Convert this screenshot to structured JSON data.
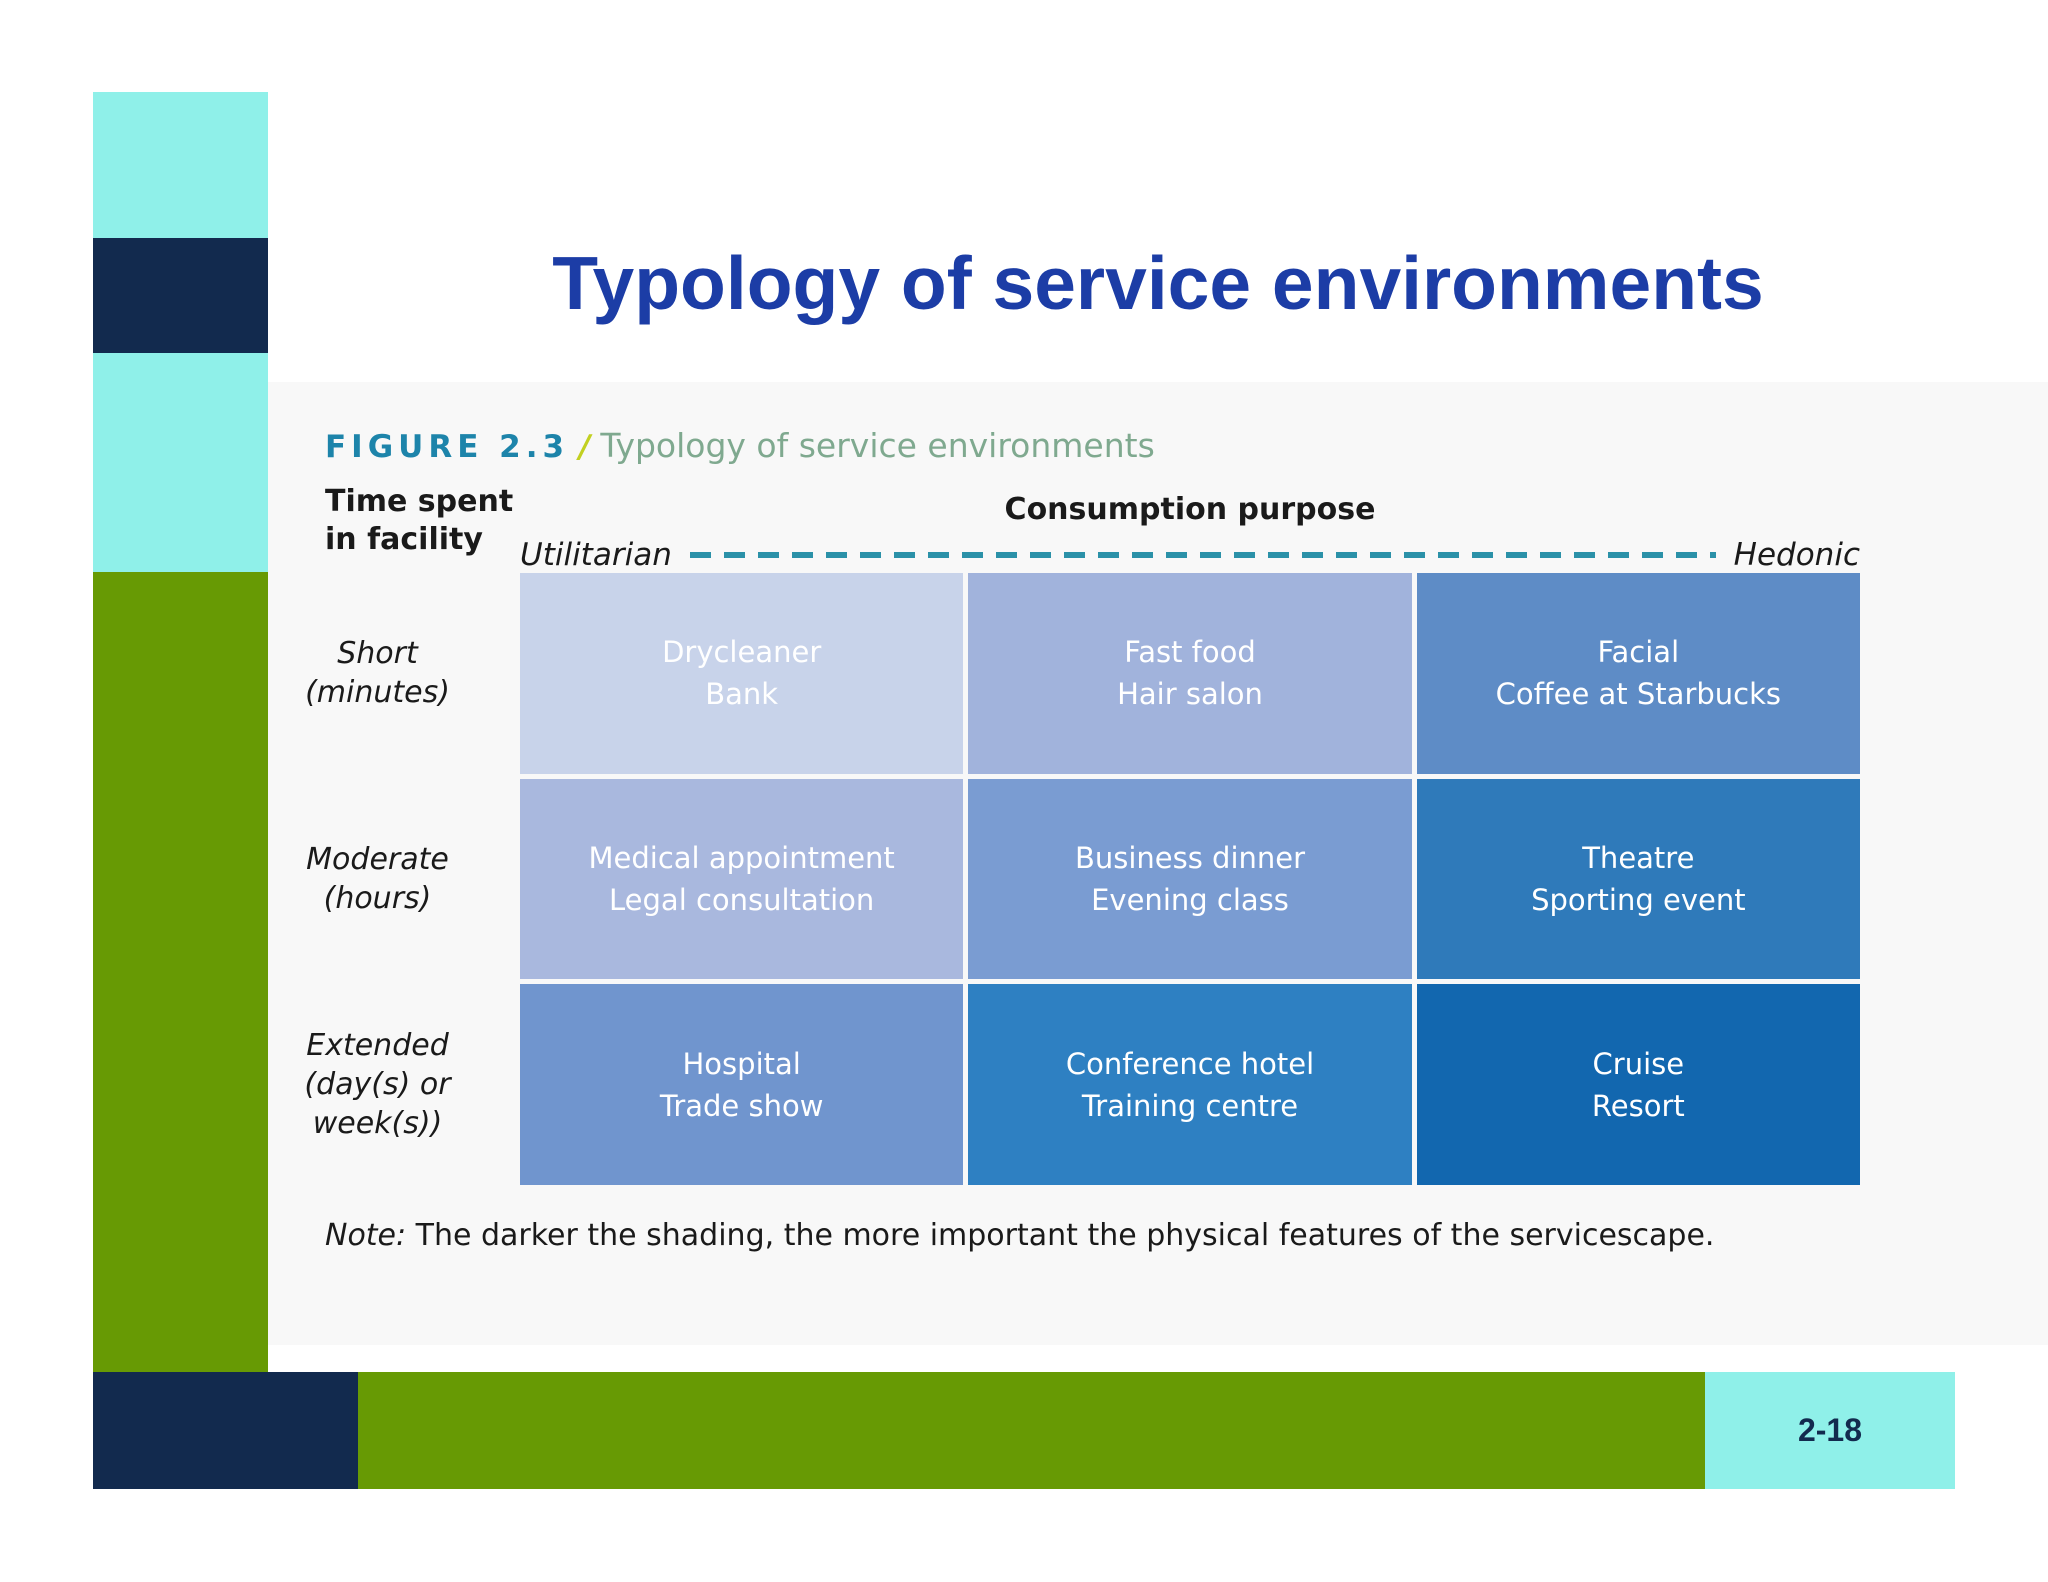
{
  "slide": {
    "title": "Typology of service environments",
    "page_number": "2-18"
  },
  "colors": {
    "accent_cyan": "#8ff0e9",
    "accent_navy": "#122a4e",
    "accent_green": "#679a04",
    "title_blue": "#1c3da6",
    "figure_label_teal": "#1d84aa",
    "slash_yellow_green": "#c2d021",
    "caption_green": "#7fa98f",
    "axis_dash_teal": "#2b91a8"
  },
  "figure": {
    "label": "FIGURE 2.3",
    "separator": "/",
    "caption": "Typology of service environments",
    "row_axis_title_lines": [
      "Time spent",
      "in facility"
    ],
    "col_axis_title": "Consumption purpose",
    "axis": {
      "left_label": "Utilitarian",
      "right_label": "Hedonic"
    },
    "note": {
      "prefix": "Note:",
      "text": " The darker the shading, the more important the physical features of the servicescape."
    },
    "rows": [
      {
        "label_lines": [
          "Short",
          "(minutes)"
        ],
        "cells": [
          {
            "lines": [
              "Drycleaner",
              "Bank"
            ],
            "color": "#c8d3ea"
          },
          {
            "lines": [
              "Fast food",
              "Hair salon"
            ],
            "color": "#a1b3dc"
          },
          {
            "lines": [
              "Facial",
              "Coffee at Starbucks"
            ],
            "color": "#5e8cc6"
          }
        ]
      },
      {
        "label_lines": [
          "Moderate",
          "(hours)"
        ],
        "cells": [
          {
            "lines": [
              "Medical appointment",
              "Legal consultation"
            ],
            "color": "#a9b8de"
          },
          {
            "lines": [
              "Business dinner",
              "Evening class"
            ],
            "color": "#7a9cd2"
          },
          {
            "lines": [
              "Theatre",
              "Sporting event"
            ],
            "color": "#2f7aba"
          }
        ]
      },
      {
        "label_lines": [
          "Extended",
          "(day(s) or",
          "week(s))"
        ],
        "cells": [
          {
            "lines": [
              "Hospital",
              "Trade show"
            ],
            "color": "#7095ce"
          },
          {
            "lines": [
              "Conference hotel",
              "Training centre"
            ],
            "color": "#2e80c2"
          },
          {
            "lines": [
              "Cruise",
              "Resort"
            ],
            "color": "#1267af"
          }
        ]
      }
    ]
  }
}
